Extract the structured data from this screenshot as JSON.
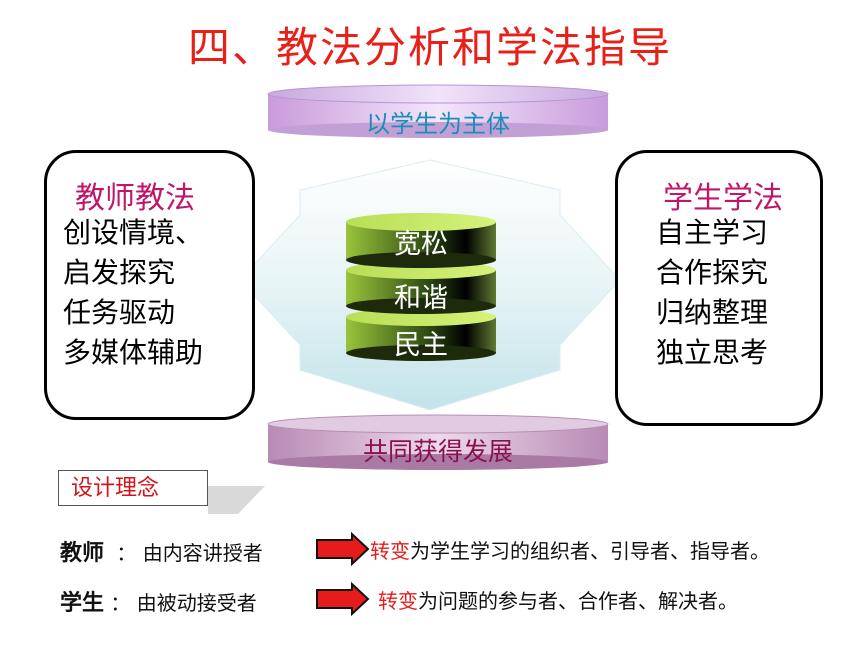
{
  "title": "四、教法分析和学法指导",
  "top_disk": "以学生为主体",
  "bottom_disk": "共同获得发展",
  "center_layers": [
    "宽松",
    "和谐",
    "民主"
  ],
  "teacher_box": {
    "title": "教师教法",
    "items": [
      "创设情境、",
      "启发探究",
      "任务驱动",
      "多媒体辅助"
    ]
  },
  "student_box": {
    "title": "学生学法",
    "items": [
      "自主学习",
      "合作探究",
      "归纳整理",
      "独立思考"
    ]
  },
  "concept_label": "设计理念",
  "statements": [
    {
      "who": "教师",
      "sep": "：",
      "from": "由内容讲授者",
      "change": "转变",
      "rest": "为学生学习的组织者、引导者、指导者。"
    },
    {
      "who": "学生",
      "sep": "：",
      "from": "由被动接受者",
      "change": "转变",
      "rest": "为问题的参与者、合作者、解决者。"
    }
  ],
  "colors": {
    "title": "#e8201a",
    "box_title": "#c0166a",
    "top_disk_text": "#1a8fb6",
    "bottom_disk_text": "#8a1050",
    "arrow": "#e61c1c"
  }
}
